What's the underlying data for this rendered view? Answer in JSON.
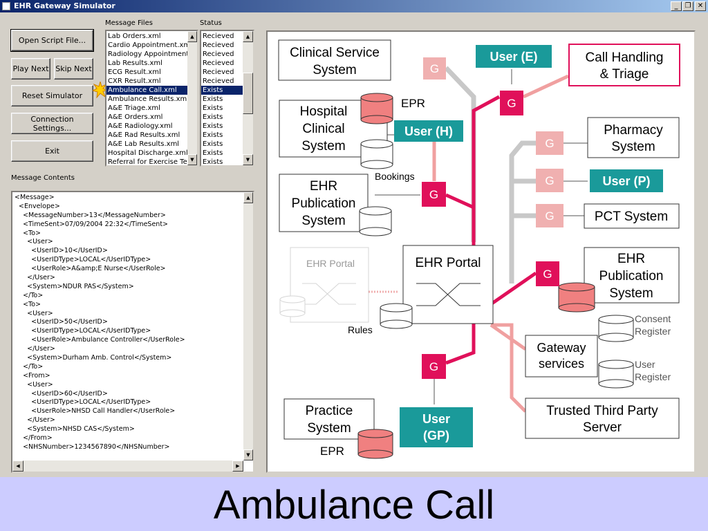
{
  "window": {
    "title": "EHR Gateway Simulator",
    "minimize": "_",
    "restore": "❐",
    "close": "✕"
  },
  "buttons": {
    "open_script": "Open Script File...",
    "play_next": "Play Next",
    "skip_next": "Skip Next",
    "reset": "Reset Simulator",
    "connection": "Connection Settings...",
    "exit": "Exit"
  },
  "message_files": {
    "label": "Message Files",
    "items": [
      "Lab Orders.xml",
      "Cardio Appointment.xml",
      "Radiology Appointment.x",
      "Lab Results.xml",
      "ECG Result.xml",
      "CXR Result.xml",
      "Ambulance Call.xml",
      "Ambulance Results.xml",
      "A&E Triage.xml",
      "A&E Orders.xml",
      "A&E Radiology.xml",
      "A&E Rad Results.xml",
      "A&E Lab Results.xml",
      "Hospital Discharge.xml",
      "Referral for Exercise Tes"
    ],
    "selected_index": 6
  },
  "status": {
    "label": "Status",
    "items": [
      "Recieved",
      "Recieved",
      "Recieved",
      "Recieved",
      "Recieved",
      "Recieved",
      "Exists",
      "Exists",
      "Exists",
      "Exists",
      "Exists",
      "Exists",
      "Exists",
      "Exists",
      "Exists"
    ]
  },
  "message_contents": {
    "label": "Message Contents",
    "lines": [
      "<Message>",
      "  <Envelope>",
      "    <MessageNumber>13</MessageNumber>",
      "    <TimeSent>07/09/2004 22:32</TimeSent>",
      "    <To>",
      "      <User>",
      "        <UserID>10</UserID>",
      "        <UserIDType>LOCAL</UserIDType>",
      "        <UserRole>A&amp;E Nurse</UserRole>",
      "      </User>",
      "      <System>NDUR PAS</System>",
      "    </To>",
      "    <To>",
      "      <User>",
      "        <UserID>50</UserID>",
      "        <UserIDType>LOCAL</UserIDType>",
      "        <UserRole>Ambulance Controller</UserRole>",
      "      </User>",
      "      <System>Durham Amb. Control</System>",
      "    </To>",
      "    <From>",
      "      <User>",
      "        <UserID>60</UserID>",
      "        <UserIDType>LOCAL</UserIDType>",
      "        <UserRole>NHSD Call Handler</UserRole>",
      "      </User>",
      "      <System>NHSD CAS</System>",
      "    </From>",
      "    <NHSNumber>1234567890</NHSNumber>"
    ]
  },
  "diagram": {
    "gateway_label": "G",
    "clinical_service_system": [
      "Clinical Service",
      "System"
    ],
    "call_handling": [
      "Call Handling",
      "& Triage"
    ],
    "user_e": "User (E)",
    "hospital_clinical_system": [
      "Hospital",
      "Clinical",
      "System"
    ],
    "epr": "EPR",
    "user_h": "User (H)",
    "bookings": "Bookings",
    "pharmacy_system": [
      "Pharmacy",
      "System"
    ],
    "user_p": "User (P)",
    "ehr_publication_system": [
      "EHR",
      "Publication",
      "System"
    ],
    "pct_system": "PCT System",
    "ehr_portal_ghost": "EHR Portal",
    "ehr_portal": "EHR Portal",
    "rules": "Rules",
    "consent_register": [
      "Consent",
      "Register"
    ],
    "gateway_services": [
      "Gateway",
      "services"
    ],
    "user_register": [
      "User",
      "Register"
    ],
    "trusted_third_party": [
      "Trusted Third Party",
      "Server"
    ],
    "practice_system": [
      "Practice",
      "System"
    ],
    "user_gp": [
      "User",
      "(GP)"
    ],
    "epr_gp": "EPR",
    "colors": {
      "accent_pink": "#e0105a",
      "light_pink": "#f0a0a0",
      "teal": "#1a9a9a",
      "gateway_faded": "#f0b0b0",
      "line_gray": "#c0c0c0"
    }
  },
  "banner": {
    "title": "Ambulance Call"
  }
}
